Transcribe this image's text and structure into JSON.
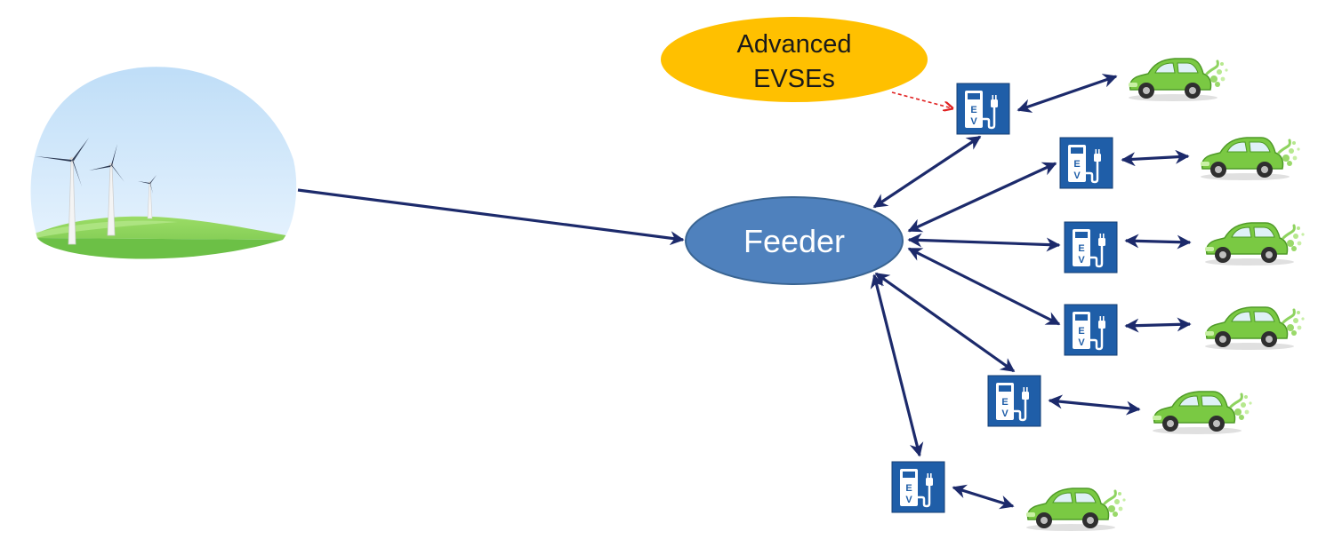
{
  "feeder": {
    "label": "Feeder",
    "fill": "#4f81bd",
    "stroke": "#3a6593",
    "text_color": "#ffffff"
  },
  "callout": {
    "line1": "Advanced",
    "line2": "EVSEs",
    "fill": "#ffc000",
    "pointer_color": "#e02020"
  },
  "evse": {
    "glyph": "E V",
    "letter_top": "E",
    "letter_bottom": "V",
    "fill": "#1f5ea8",
    "icon": "ev-charging-station-icon"
  },
  "source": {
    "icon": "wind-farm-icon",
    "sky": "#cfe6fa",
    "grass": "#8fd15a"
  },
  "vehicle": {
    "icon": "electric-car-icon",
    "body": "#7ac943"
  },
  "arrow_color": "#1c2a6b",
  "stations": [
    {
      "id": "evse-1"
    },
    {
      "id": "evse-2"
    },
    {
      "id": "evse-3"
    },
    {
      "id": "evse-4"
    },
    {
      "id": "evse-5"
    },
    {
      "id": "evse-6"
    }
  ]
}
